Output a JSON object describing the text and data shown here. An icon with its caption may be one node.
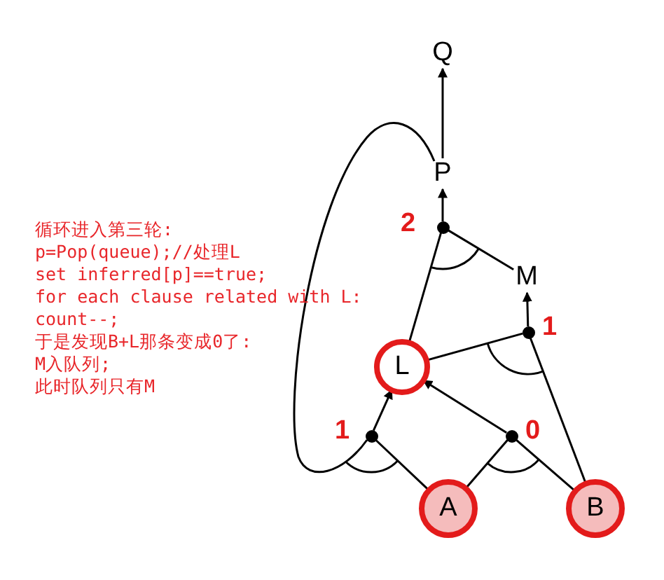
{
  "diagram": {
    "nodes": [
      {
        "text": [
          "Q"
        ]
      },
      {
        "text": [
          "P"
        ]
      },
      {
        "text": [],
        "shape": "circle",
        "beside": [
          "2"
        ]
      },
      {
        "text": [
          "M"
        ]
      },
      {
        "text": [],
        "shape": "circle",
        "beside": [
          "1"
        ]
      },
      {
        "text": [
          "L"
        ]
      },
      {
        "text": [],
        "shape": "circle",
        "beside": [
          "1"
        ]
      },
      {
        "text": [],
        "shape": "circle",
        "beside": [
          "0"
        ]
      },
      {
        "text": [
          "A"
        ]
      },
      {
        "text": [
          "B"
        ]
      }
    ],
    "edges": [
      {
        "from": 1,
        "to": 0,
        "arrow": "to"
      },
      {
        "from": 2,
        "to": 1,
        "arrow": "to"
      },
      {
        "from": 5,
        "to": 2,
        "arrow": "none"
      },
      {
        "from": 3,
        "to": 2,
        "arrow": "none"
      },
      {
        "from": 4,
        "to": 3,
        "arrow": "to"
      },
      {
        "from": 5,
        "to": 4,
        "arrow": "none"
      },
      {
        "from": 9,
        "to": 4,
        "arrow": "none"
      },
      {
        "from": 6,
        "to": 5,
        "arrow": "to"
      },
      {
        "from": 7,
        "to": 5,
        "arrow": "to"
      },
      {
        "from": 8,
        "to": 6,
        "arrow": "none"
      },
      {
        "from": 1,
        "to": 6,
        "arrow": "none"
      },
      {
        "from": 8,
        "to": 7,
        "arrow": "none"
      },
      {
        "from": 9,
        "to": 7,
        "arrow": "none"
      }
    ],
    "labels": [
      "循环进入第三轮:",
      "p=Pop(queue);//处理L",
      "set inferred[p]==true;",
      "for each clause related with L:",
      "count--;",
      "于是发现B+L那条变成0了:",
      "M入队列;",
      "此时队列只有M"
    ]
  }
}
